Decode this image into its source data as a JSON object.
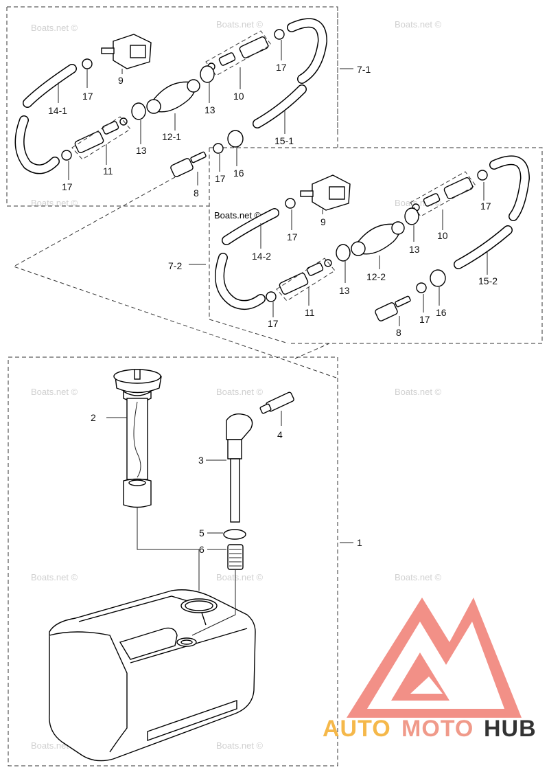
{
  "callouts": {
    "n9a": "9",
    "n17a": "17",
    "n10a": "10",
    "n14_1": "14-1",
    "n17b": "17",
    "n13a": "13",
    "n12_1": "12-1",
    "n13b": "13",
    "n15_1": "15-1",
    "n11a": "11",
    "n17c": "17",
    "n8a": "8",
    "n17d": "17",
    "n16a": "16",
    "n7_1": "7-1",
    "n9b": "9",
    "n17e": "17",
    "n17f": "17",
    "n14_2": "14-2",
    "n10b": "10",
    "n13c": "13",
    "n7_2": "7-2",
    "n12_2": "12-2",
    "n15_2": "15-2",
    "n13d": "13",
    "n11b": "11",
    "n17g": "17",
    "n8b": "8",
    "n17h": "17",
    "n16b": "16",
    "n2": "2",
    "n4": "4",
    "n3": "3",
    "n5": "5",
    "n6": "6",
    "n1": "1"
  },
  "watermark": "Boats.net ©",
  "logo": {
    "text_auto": "AUTO",
    "text_moto": "MOTO",
    "text_hub": "HUB",
    "color_auto": "#f5b84a",
    "color_moto": "#f09a8a",
    "color_hub": "#333333",
    "color_mark": "#f07c72"
  },
  "colors": {
    "line": "#000000",
    "paper": "#ffffff"
  }
}
